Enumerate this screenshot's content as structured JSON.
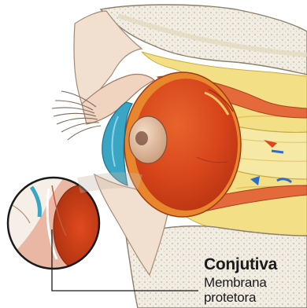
{
  "label": {
    "title": "Conjutiva",
    "subtitle_line1": "Membrana",
    "subtitle_line2": "protetora"
  },
  "colors": {
    "bone": "#f2ede2",
    "bone_stipple": "#b9ad95",
    "fat": "#f2df86",
    "eyeball_red": "#d9481c",
    "sclera_orange": "#e8862e",
    "iris_blue": "#3aa6c4",
    "skin": "#f1dfcf",
    "conjunctiva_pink": "#e9b7a4"
  }
}
